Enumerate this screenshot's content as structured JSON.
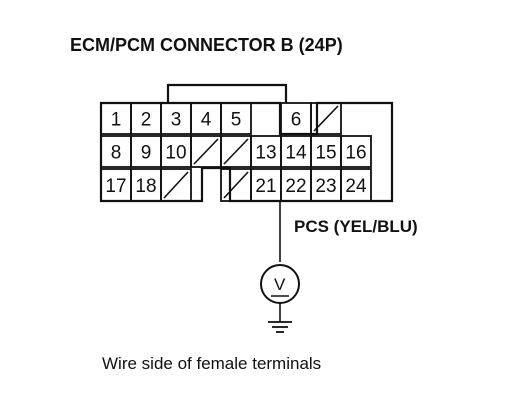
{
  "title": "ECM/PCM CONNECTOR B (24P)",
  "caption": "Wire side of female terminals",
  "probe_label": "PCS (YEL/BLU)",
  "meter_symbol": "V",
  "terminals": [
    {
      "row": 0,
      "col": 0,
      "label": "1"
    },
    {
      "row": 0,
      "col": 1,
      "label": "2"
    },
    {
      "row": 0,
      "col": 2,
      "label": "3"
    },
    {
      "row": 0,
      "col": 3,
      "label": "4"
    },
    {
      "row": 0,
      "col": 4,
      "label": "5"
    },
    {
      "row": 0,
      "col": 6,
      "label": "6"
    },
    {
      "row": 0,
      "col": 7,
      "label": ""
    },
    {
      "row": 1,
      "col": 0,
      "label": "8"
    },
    {
      "row": 1,
      "col": 1,
      "label": "9"
    },
    {
      "row": 1,
      "col": 2,
      "label": "10"
    },
    {
      "row": 1,
      "col": 3,
      "label": ""
    },
    {
      "row": 1,
      "col": 4,
      "label": ""
    },
    {
      "row": 1,
      "col": 5,
      "label": "13"
    },
    {
      "row": 1,
      "col": 6,
      "label": "14"
    },
    {
      "row": 1,
      "col": 7,
      "label": "15"
    },
    {
      "row": 1,
      "col": 8,
      "label": "16"
    },
    {
      "row": 2,
      "col": 0,
      "label": "17"
    },
    {
      "row": 2,
      "col": 1,
      "label": "18"
    },
    {
      "row": 2,
      "col": 2,
      "label": ""
    },
    {
      "row": 2,
      "col": 4,
      "label": ""
    },
    {
      "row": 2,
      "col": 5,
      "label": "21"
    },
    {
      "row": 2,
      "col": 6,
      "label": "22"
    },
    {
      "row": 2,
      "col": 7,
      "label": "23"
    },
    {
      "row": 2,
      "col": 8,
      "label": "24"
    }
  ],
  "probe_terminal": "21",
  "colors": {
    "ink": "#111111",
    "paper": "#ffffff"
  }
}
